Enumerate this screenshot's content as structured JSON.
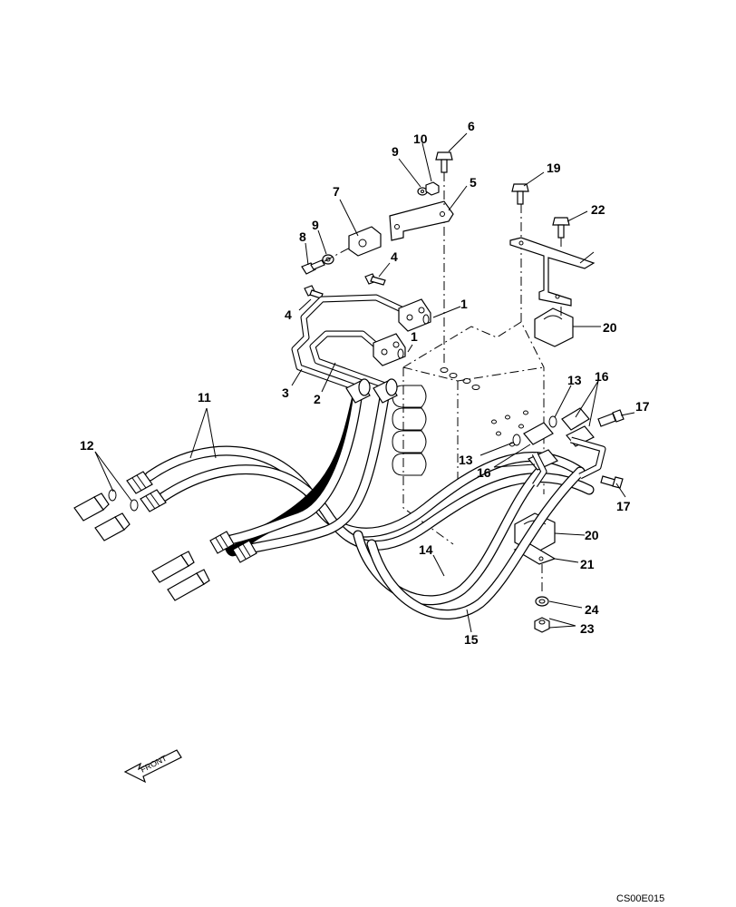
{
  "callouts": [
    {
      "id": "c1a",
      "text": "1"
    },
    {
      "id": "c1b",
      "text": "1"
    },
    {
      "id": "c2",
      "text": "2"
    },
    {
      "id": "c3",
      "text": "3"
    },
    {
      "id": "c4a",
      "text": "4"
    },
    {
      "id": "c4b",
      "text": "4"
    },
    {
      "id": "c5",
      "text": "5"
    },
    {
      "id": "c6",
      "text": "6"
    },
    {
      "id": "c7",
      "text": "7"
    },
    {
      "id": "c8",
      "text": "8"
    },
    {
      "id": "c9a",
      "text": "9"
    },
    {
      "id": "c9b",
      "text": "9"
    },
    {
      "id": "c10",
      "text": "10"
    },
    {
      "id": "c11",
      "text": "11"
    },
    {
      "id": "c12",
      "text": "12"
    },
    {
      "id": "c13a",
      "text": "13"
    },
    {
      "id": "c13b",
      "text": "13"
    },
    {
      "id": "c14",
      "text": "14"
    },
    {
      "id": "c15",
      "text": "15"
    },
    {
      "id": "c16a",
      "text": "16"
    },
    {
      "id": "c16b",
      "text": "16"
    },
    {
      "id": "c17a",
      "text": "17"
    },
    {
      "id": "c17b",
      "text": "17"
    },
    {
      "id": "c19",
      "text": "19"
    },
    {
      "id": "c20a",
      "text": "20"
    },
    {
      "id": "c20b",
      "text": "20"
    },
    {
      "id": "c21",
      "text": "21"
    },
    {
      "id": "c22",
      "text": "22"
    },
    {
      "id": "c23",
      "text": "23"
    },
    {
      "id": "c24",
      "text": "24"
    }
  ],
  "front_label": "FRONT",
  "drawing_code": "CS00E015"
}
